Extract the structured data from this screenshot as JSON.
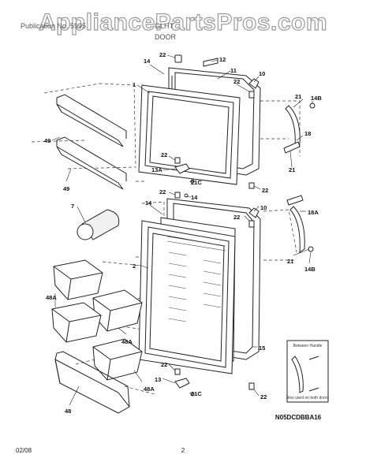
{
  "watermark": "AppliancePartsPros.com",
  "header": {
    "left": "Publication No. 5995",
    "model": "GLHT",
    "section": "DOOR"
  },
  "callouts": {
    "c22a": "22",
    "c12": "12",
    "c14a": "14",
    "c11": "11",
    "c1": "1",
    "c10a": "10",
    "c22b": "22",
    "c21a": "21",
    "c14Ba": "14B",
    "c18": "18",
    "c49a": "49",
    "c22c": "22",
    "c13A": "13A",
    "c21Ca": "21C",
    "c21b": "21",
    "c22d": "22",
    "c49b": "49",
    "c22e": "22",
    "c14b": "14",
    "c14c": "14",
    "c7": "7",
    "c22f": "22",
    "c10b": "10",
    "c18A": "18A",
    "c2": "2",
    "c21c": "21",
    "c14Bb": "14B",
    "c48Aa": "48A",
    "c48Ab": "48A",
    "c15": "15",
    "c22g": "22",
    "c48Ac": "48A",
    "c13": "13",
    "c21Cb": "21C",
    "c48": "48",
    "c22h": "22"
  },
  "inset": {
    "title": "Between Handle",
    "note": "Also used on both doors"
  },
  "drawing_code": "N05DCDBBA16",
  "footer": {
    "date": "02/08",
    "page": "2"
  }
}
